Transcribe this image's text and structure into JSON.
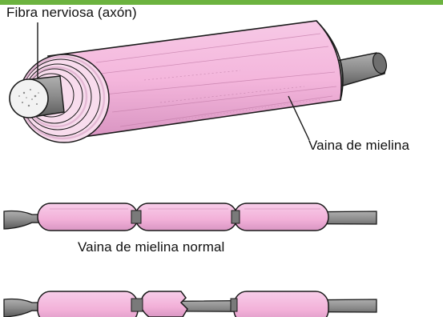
{
  "labels": {
    "axon": "Fibra nerviosa (axón)",
    "myelin_sheath": "Vaina de mielina",
    "normal_myelin": "Vaina de mielina normal"
  },
  "colors": {
    "top_bar": "#6cb33f",
    "myelin_pink": "#f4b6dc",
    "myelin_shadow": "#d68fbb",
    "axon_gray": "#8e8e8e",
    "axon_dark": "#555555",
    "outline": "#1a1a1a"
  }
}
